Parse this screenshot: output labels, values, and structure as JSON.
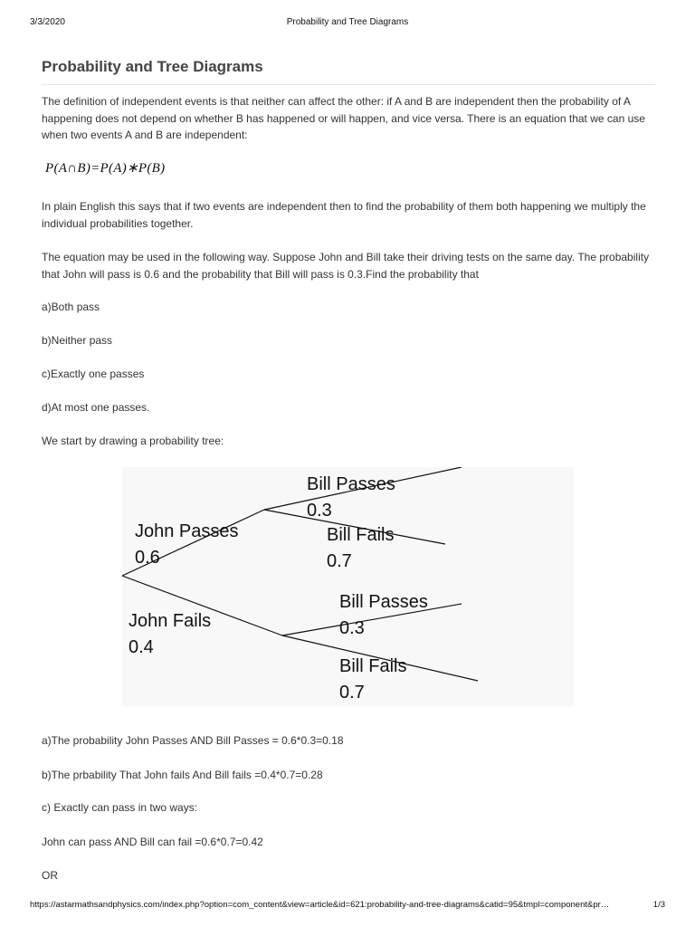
{
  "header": {
    "date": "3/3/2020",
    "title": "Probability and Tree Diagrams"
  },
  "article": {
    "title": "Probability and Tree Diagrams",
    "intro": "The definition of independent events is that neither can affect the other: if A and B are independent then the probability of A happening does not depend on whether B has happened or will happen, and vice versa. There is an equation that we can use when two events A and B are independent:",
    "equation": "P(A∩B)=P(A)∗P(B)",
    "plain_english": "In plain English this says that if two events are independent then to find the probability of them both happening we multiply the individual probabilities together.",
    "example": "The equation may be used in the following way. Suppose John and Bill take their driving tests on the same day. The probability that John will pass is 0.6 and the probability that Bill will pass is 0.3.Find the probability that",
    "questions": [
      "a)Both pass",
      "b)Neither pass",
      "c)Exactly one passes",
      "d)At most one passes."
    ],
    "tree_intro": "We start by drawing a probability tree:",
    "answers": [
      "a)The probability John Passes AND Bill Passes = 0.6*0.3=0.18",
      "b)The prbability That John fails And Bill fails =0.4*0.7=0.28",
      "c) Exactly can pass in two ways:",
      "John can pass AND Bill can fail =0.6*0.7=0.42",
      "OR"
    ]
  },
  "tree": {
    "john_passes": {
      "label": "John Passes",
      "prob": "0.6"
    },
    "john_fails": {
      "label": "John Fails",
      "prob": "0.4"
    },
    "upper_bill_passes": {
      "label": "Bill Passes",
      "prob": "0.3"
    },
    "upper_bill_fails": {
      "label": "Bill Fails",
      "prob": "0.7"
    },
    "lower_bill_passes": {
      "label": "Bill Passes",
      "prob": "0.3"
    },
    "lower_bill_fails": {
      "label": "Bill Fails",
      "prob": "0.7"
    }
  },
  "footer": {
    "url": "https://astarmathsandphysics.com/index.php?option=com_content&view=article&id=621:probability-and-tree-diagrams&catid=95&tmpl=component&pr…",
    "page": "1/3"
  }
}
